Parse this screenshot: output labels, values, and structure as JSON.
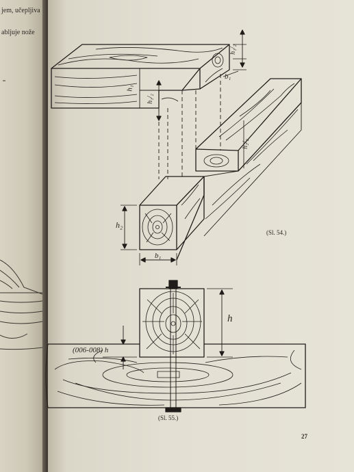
{
  "left_page": {
    "lines": [
      "jem, učepljiva",
      "abljuje nože"
    ]
  },
  "figures": {
    "fig54": {
      "caption": "(Sl. 54.)",
      "labels": {
        "h1": "h₁",
        "h1_half_top": "h₁/₂",
        "h1_half_mid": "h₁/₂",
        "b1_top": "b₁",
        "h2_half": "h₂/₂",
        "h2": "h₂",
        "b1_bottom": "b₁"
      }
    },
    "fig55": {
      "caption": "(Sl. 55.)",
      "labels": {
        "depth": "(006-008) h",
        "h": "h"
      }
    }
  },
  "page_number": "27"
}
